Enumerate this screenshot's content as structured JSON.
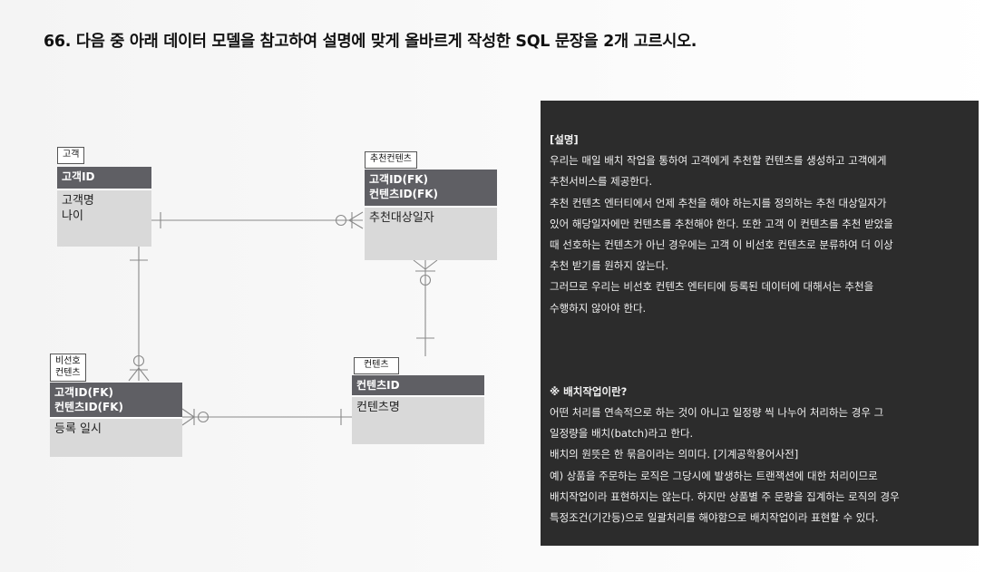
{
  "question": "66. 다음 중 아래 데이터 모델을 참고하여 설명에 맞게 올바르게 작성한 SQL 문장을 2개 고르시오.",
  "entities": {
    "customer": {
      "name": "고객",
      "keys": [
        "고객ID"
      ],
      "attrs": [
        "고객명",
        "나이"
      ]
    },
    "recommend": {
      "name": "추천컨텐츠",
      "keys": [
        "고객ID(FK)",
        "컨텐츠ID(FK)"
      ],
      "attrs": [
        "추천대상일자"
      ]
    },
    "nonpref": {
      "name_lines": [
        "비선호",
        "컨텐츠"
      ],
      "keys": [
        "고객ID(FK)",
        "컨텐츠ID(FK)"
      ],
      "attrs": [
        "등록 일시"
      ]
    },
    "content": {
      "name": "컨텐츠",
      "keys": [
        "컨텐츠ID"
      ],
      "attrs": [
        "컨텐츠명"
      ]
    }
  },
  "description": {
    "lines1": [
      "[설명]",
      "우리는 매일 배치 작업을 통하여 고객에게 추천할 컨텐츠를 생성하고 고객에게",
      "추천서비스를 제공한다.",
      "추천 컨텐츠 엔터티에서 언제 추천을 해야 하는지를 정의하는 추천 대상일자가",
      "있어 해당일자에만 컨텐츠를 추천해야 한다. 또한 고객 이 컨텐츠를 추천 받았을",
      "때 선호하는 컨텐츠가 아닌 경우에는 고객 이 비선호 컨텐츠로 분류하여 더 이상",
      "추천 받기를 원하지 않는다.",
      "그러므로 우리는 비선호 컨텐츠 엔터티에 등록된 데이터에 대해서는 추천을",
      "수행하지 않아야 한다."
    ],
    "lines2": [
      "※ 배치작업이란?",
      "어떤 처리를 연속적으로 하는 것이 아니고 일정량 씩 나누어 처리하는 경우 그",
      "일정량을 배치(batch)라고 한다.",
      "배치의 원뜻은 한 묶음이라는 의미다. [기계공학용어사전]",
      "예) 상품을 주문하는 로직은 그당시에 발생하는 트랜잭션에 대한 처리이므로",
      "배치작업이라 표현하지는 않는다. 하지만 상품별 주 문량을 집계하는 로직의 경우",
      "특정조건(기간등)으로 일괄처리를 해야함으로 배치작업이라 표현할 수 있다."
    ]
  }
}
